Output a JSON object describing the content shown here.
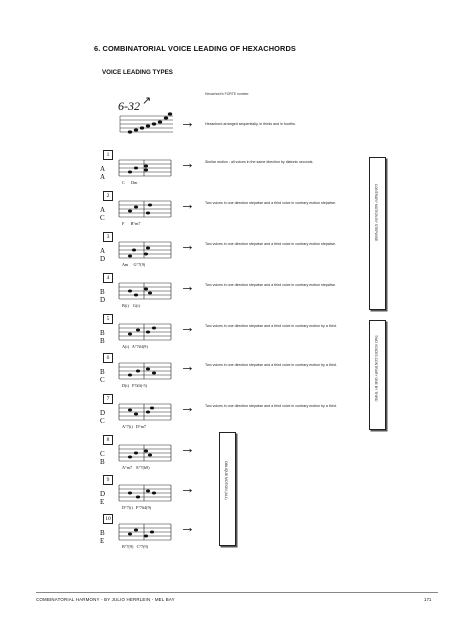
{
  "heading": "6. COMBINATORIAL VOICE LEADING OF HEXACHORDS",
  "subheading": "VOICE LEADING TYPES",
  "hexachord": {
    "label": "6-32",
    "top_note": "Hexachord's FORTE number.",
    "description": "Hexachord arranged sequentially, in thirds and in fourths."
  },
  "rows": [
    {
      "num": "1",
      "pair": "A  A",
      "chords": "C      Dm",
      "desc": "Similar motion - all voices in the same direction by diatonic seconds."
    },
    {
      "num": "2",
      "pair": "A  C",
      "chords": "F      B°m7",
      "desc": "Two voices in one direction stepwise and a third voice in contrary motion stepwise."
    },
    {
      "num": "3",
      "pair": "A  D",
      "chords": "Am     G°7(9)",
      "desc": "Two voices in one direction stepwise and a third voice in contrary motion stepwise."
    },
    {
      "num": "4",
      "pair": "B  D",
      "chords": "B(i)    G(i)",
      "desc": "Two voices in one direction stepwise and a third voice in contrary motion stepwise."
    },
    {
      "num": "5",
      "pair": "B  B",
      "chords": "A(i)   A°7#4(9)",
      "desc": "Two voices in one direction stepwise and a third voice in contrary motion by a third."
    },
    {
      "num": "6",
      "pair": "B  C",
      "chords": "D(i)   F7#4(-5)",
      "desc": "Two voices in one direction stepwise and a third voice in contrary motion by a third."
    },
    {
      "num": "7",
      "pair": "D  C",
      "chords": "A°7(i)   D°m7",
      "desc": "Two voices in one direction stepwise and a third voice in contrary motion by a third."
    },
    {
      "num": "8",
      "pair": "C  B",
      "chords": "A°m7    E°7(b9)",
      "desc": ""
    },
    {
      "num": "9",
      "pair": "D  E",
      "chords": "D°7(i)   F°7#4(9)",
      "desc": ""
    },
    {
      "num": "10",
      "pair": "B  E",
      "chords": "B°7(9)   C°7(9)",
      "desc": ""
    }
  ],
  "side_boxes": [
    {
      "text": "CONTRARY MOTION BY STEPWISE"
    },
    {
      "text": "TWO VOICES CONTRARY ONE BY THIRD"
    },
    {
      "text": "OBLIQUE MOTION (ALL)"
    }
  ],
  "footer": {
    "left": "COMBINATORIAL HARMONY - BY JULIO HERRLEIN - MEL BAY",
    "right": "171"
  }
}
